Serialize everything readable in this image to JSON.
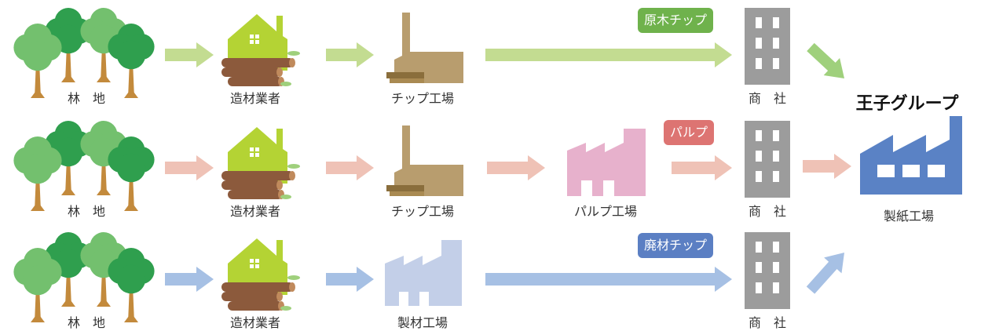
{
  "rows": [
    {
      "forest_label": "林　地",
      "logger_label": "造材業者",
      "stage2_label": "チップ工場",
      "stage2_kind": "chip-factory",
      "stage3_label": "",
      "trader_label": "商　社",
      "tag_label": "原木チップ",
      "color": "#c3dc91",
      "tag_color": "#6fb24c"
    },
    {
      "forest_label": "林　地",
      "logger_label": "造材業者",
      "stage2_label": "チップ工場",
      "stage2_kind": "chip-factory",
      "stage3_label": "パルプ工場",
      "trader_label": "商　社",
      "tag_label": "パルプ",
      "color": "#efc2b6",
      "tag_color": "#dd7472"
    },
    {
      "forest_label": "林　地",
      "logger_label": "造材業者",
      "stage2_label": "製材工場",
      "stage2_kind": "sawmill",
      "stage3_label": "",
      "trader_label": "商　社",
      "tag_label": "廃材チップ",
      "color": "#a6c0e4",
      "tag_color": "#5b7fc3"
    }
  ],
  "destination": {
    "brand": "王子グループ",
    "label": "製紙工場",
    "color": "#5a82c5"
  },
  "colors": {
    "tree_light": "#73c06e",
    "tree_dark": "#2f9f4e",
    "trunk": "#c38a3c",
    "house": "#b4d334",
    "log": "#8c5a3c",
    "chip_factory": "#b89d6e",
    "pulp_factory": "#e7b1cc",
    "sawmill": "#c3cfe8",
    "building": "#9c9c9c",
    "factory_out": "#5a82c5",
    "top_arrow": "#9fd07c",
    "bottom_arrow": "#a6c0e4"
  },
  "icons": [
    "tree-icon",
    "house-icon",
    "log-icon",
    "chip-factory-icon",
    "pulp-factory-icon",
    "sawmill-icon",
    "office-building-icon",
    "paper-factory-icon"
  ]
}
